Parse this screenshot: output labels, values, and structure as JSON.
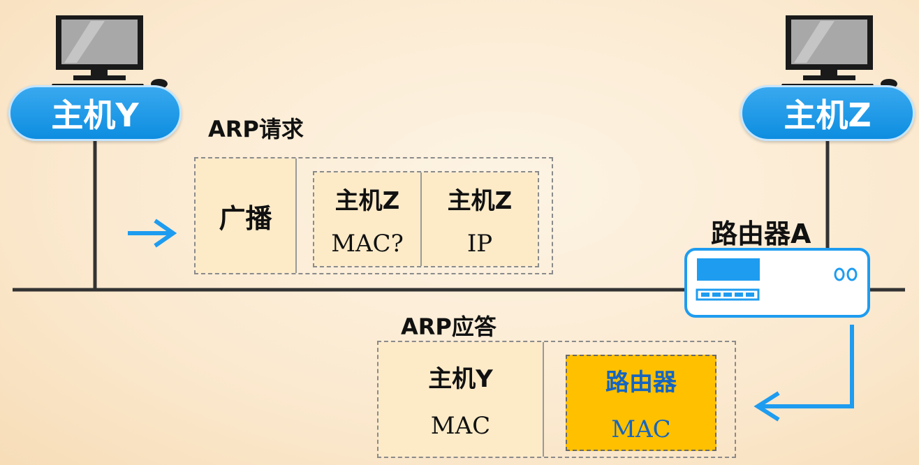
{
  "hosts": {
    "host_y": {
      "label": "主机Y"
    },
    "host_z": {
      "label": "主机Z"
    }
  },
  "router": {
    "label": "路由器A"
  },
  "arp_request": {
    "title": "ARP请求",
    "broadcast_label": "广播",
    "target_mac": {
      "line1": "主机Z",
      "line2": "MAC?"
    },
    "target_ip": {
      "line1": "主机Z",
      "line2": "IP"
    }
  },
  "arp_reply": {
    "title": "ARP应答",
    "dest": {
      "line1": "主机Y",
      "line2": "MAC"
    },
    "router_mac": {
      "line1": "路由器",
      "line2": "MAC"
    }
  },
  "colors": {
    "accent_blue": "#1e9cf0",
    "highlight_gold": "#ffc000",
    "line_dark": "#333333"
  }
}
